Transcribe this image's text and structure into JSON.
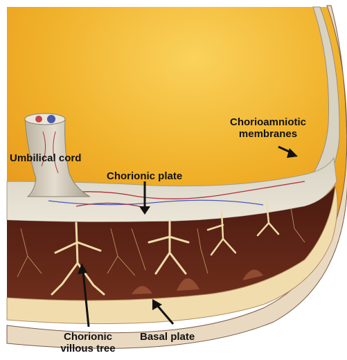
{
  "labels": {
    "umbilical_cord": "Umbilical cord",
    "chorionic_plate": "Chorionic plate",
    "chorioamniotic_line1": "Chorioamniotic",
    "chorioamniotic_line2": "membranes",
    "villous_line1": "Chorionic",
    "villous_line2": "villous tree",
    "basal_plate": "Basal plate"
  },
  "colors": {
    "amniotic_fluid": "#f2b92e",
    "chorionic_plate": "#ddd8c8",
    "intervillous": "#5a2418",
    "villi": "#e8d29a",
    "basal_plate": "#f3deb0",
    "membrane_outer": "#8a6a5a"
  }
}
